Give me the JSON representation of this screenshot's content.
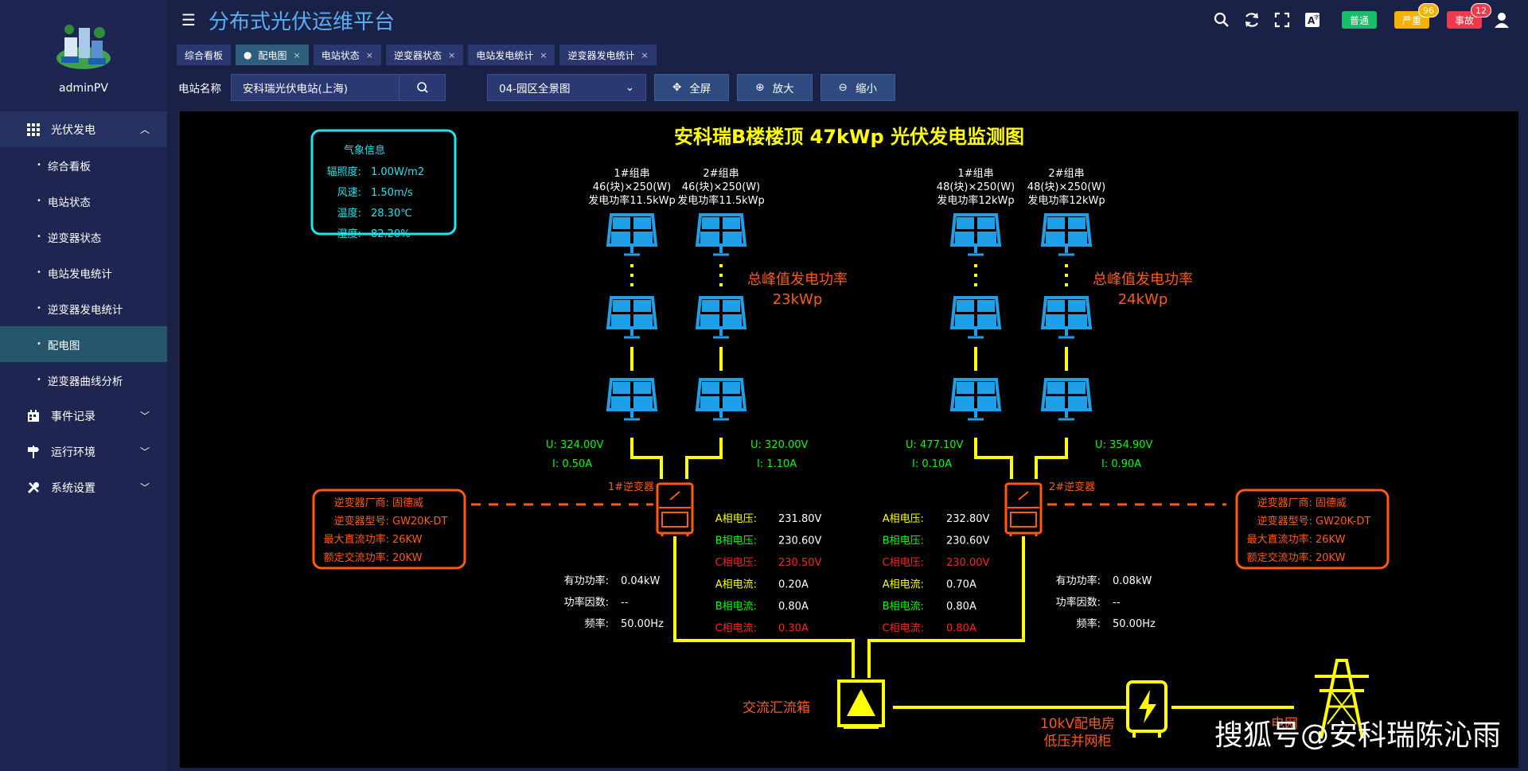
{
  "sidebar": {
    "username": "adminPV",
    "groups": [
      {
        "label": "光伏发电",
        "icon": "grid-icon",
        "open": true,
        "items": [
          "综合看板",
          "电站状态",
          "逆变器状态",
          "电站发电统计",
          "逆变器发电统计",
          "配电图",
          "逆变器曲线分析"
        ]
      },
      {
        "label": "事件记录",
        "icon": "calendar-icon"
      },
      {
        "label": "运行环境",
        "icon": "signpost-icon"
      },
      {
        "label": "系统设置",
        "icon": "tools-icon"
      }
    ]
  },
  "header": {
    "title": "分布式光伏运维平台",
    "pills": [
      {
        "label": "普通",
        "color": "#19be6b"
      },
      {
        "label": "严重",
        "color": "#f5b301",
        "badge": "96"
      },
      {
        "label": "事故",
        "color": "#ee3a4a",
        "badge": "12"
      }
    ]
  },
  "tabs": [
    {
      "label": "综合看板",
      "closable": false
    },
    {
      "label": "配电图",
      "closable": true,
      "active": true
    },
    {
      "label": "电站状态",
      "closable": true
    },
    {
      "label": "逆变器状态",
      "closable": true
    },
    {
      "label": "电站发电统计",
      "closable": true
    },
    {
      "label": "逆变器发电统计",
      "closable": true
    }
  ],
  "filter": {
    "station_label": "电站名称",
    "station_value": "安科瑞光伏电站(上海)",
    "view_value": "04-园区全景图",
    "buttons": [
      "全屏",
      "放大",
      "缩小"
    ]
  },
  "diagram": {
    "title": "安科瑞B楼楼顶 47kWp 光伏发电监测图",
    "weather": {
      "title": "气象信息",
      "rows": [
        {
          "k": "辐照度:",
          "v": "1.00W/m2"
        },
        {
          "k": "风速:",
          "v": "1.50m/s"
        },
        {
          "k": "温度:",
          "v": "28.30℃"
        },
        {
          "k": "湿度:",
          "v": "82.20%"
        }
      ]
    },
    "strings": [
      {
        "l1": "1#组串",
        "l2": "46(块)×250(W)",
        "l3": "发电功率11.5kWp"
      },
      {
        "l1": "2#组串",
        "l2": "46(块)×250(W)",
        "l3": "发电功率11.5kWp"
      },
      {
        "l1": "1#组串",
        "l2": "48(块)×250(W)",
        "l3": "发电功率12kWp"
      },
      {
        "l1": "2#组串",
        "l2": "48(块)×250(W)",
        "l3": "发电功率12kWp"
      }
    ],
    "peak_left": {
      "l1": "总峰值发电功率",
      "l2": "23kWp"
    },
    "peak_right": {
      "l1": "总峰值发电功率",
      "l2": "24kWp"
    },
    "string_readings": [
      {
        "u": "U: 324.00V",
        "i": "I: 0.50A"
      },
      {
        "u": "U: 320.00V",
        "i": "I: 1.10A"
      },
      {
        "u": "U: 477.10V",
        "i": "I: 0.10A"
      },
      {
        "u": "U: 354.90V",
        "i": "I: 0.90A"
      }
    ],
    "inverter1": {
      "name": "1#逆变器",
      "info": [
        {
          "k": "逆变器厂商:",
          "v": "固德威"
        },
        {
          "k": "逆变器型号:",
          "v": "GW20K-DT"
        },
        {
          "k": "最大直流功率:",
          "v": "26KW"
        },
        {
          "k": "额定交流功率:",
          "v": "20KW"
        }
      ],
      "phase": [
        {
          "k": "A相电压:",
          "v": "231.80V",
          "c": "#ffff00"
        },
        {
          "k": "B相电压:",
          "v": "230.60V",
          "c": "#00ff00"
        },
        {
          "k": "C相电压:",
          "v": "230.50V",
          "c": "#ff2020"
        },
        {
          "k": "A相电流:",
          "v": "0.20A",
          "c": "#ffff00"
        },
        {
          "k": "B相电流:",
          "v": "0.80A",
          "c": "#00ff00"
        },
        {
          "k": "C相电流:",
          "v": "0.30A",
          "c": "#ff2020"
        }
      ],
      "power": [
        {
          "k": "有功功率:",
          "v": "0.04kW"
        },
        {
          "k": "功率因数:",
          "v": "--"
        },
        {
          "k": "频率:",
          "v": "50.00Hz"
        }
      ]
    },
    "inverter2": {
      "name": "2#逆变器",
      "info": [
        {
          "k": "逆变器厂商:",
          "v": "固德威"
        },
        {
          "k": "逆变器型号:",
          "v": "GW20K-DT"
        },
        {
          "k": "最大直流功率:",
          "v": "26KW"
        },
        {
          "k": "额定交流功率:",
          "v": "20KW"
        }
      ],
      "phase": [
        {
          "k": "A相电压:",
          "v": "232.80V",
          "c": "#ffff00"
        },
        {
          "k": "B相电压:",
          "v": "230.60V",
          "c": "#00ff00"
        },
        {
          "k": "C相电压:",
          "v": "230.00V",
          "c": "#ff2020"
        },
        {
          "k": "A相电流:",
          "v": "0.70A",
          "c": "#ffff00"
        },
        {
          "k": "B相电流:",
          "v": "0.80A",
          "c": "#00ff00"
        },
        {
          "k": "C相电流:",
          "v": "0.80A",
          "c": "#ff2020"
        }
      ],
      "power": [
        {
          "k": "有功功率:",
          "v": "0.08kW"
        },
        {
          "k": "功率因数:",
          "v": "--"
        },
        {
          "k": "频率:",
          "v": "50.00Hz"
        }
      ]
    },
    "combiner_label": "交流汇流箱",
    "room_label_1": "10kV配电房",
    "room_label_2": "低压并网柜",
    "grid_label": "电网",
    "watermark": "搜狐号@安科瑞陈沁雨",
    "colors": {
      "line": "#ffff00",
      "panel": "#1e9fe8",
      "orange": "#ff5a10",
      "cyan": "#1ee6ee"
    }
  }
}
